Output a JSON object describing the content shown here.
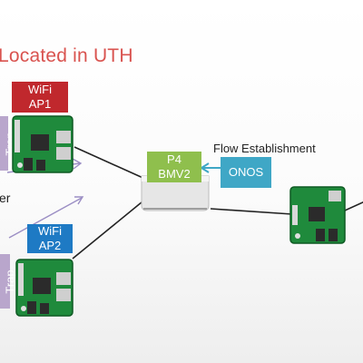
{
  "title": "Located in UTH",
  "colors": {
    "title": "#d9534f",
    "wifi1": "#c0282d",
    "wifi2": "#1e7ac4",
    "p4": "#8fbf4d",
    "onos": "#3fa7c6",
    "trap": "#b9a6cc"
  },
  "left_fragments": {
    "top_word": "Trap",
    "middle": "er",
    "bottom_word": "Trap"
  },
  "ap1": {
    "line1": "WiFi",
    "line2": "AP1"
  },
  "ap2": {
    "line1": "WiFi",
    "line2": "AP2"
  },
  "switch": {
    "line1": "P4",
    "line2": "BMV2"
  },
  "controller": {
    "label": "ONOS",
    "caption": "Flow Establishment"
  }
}
